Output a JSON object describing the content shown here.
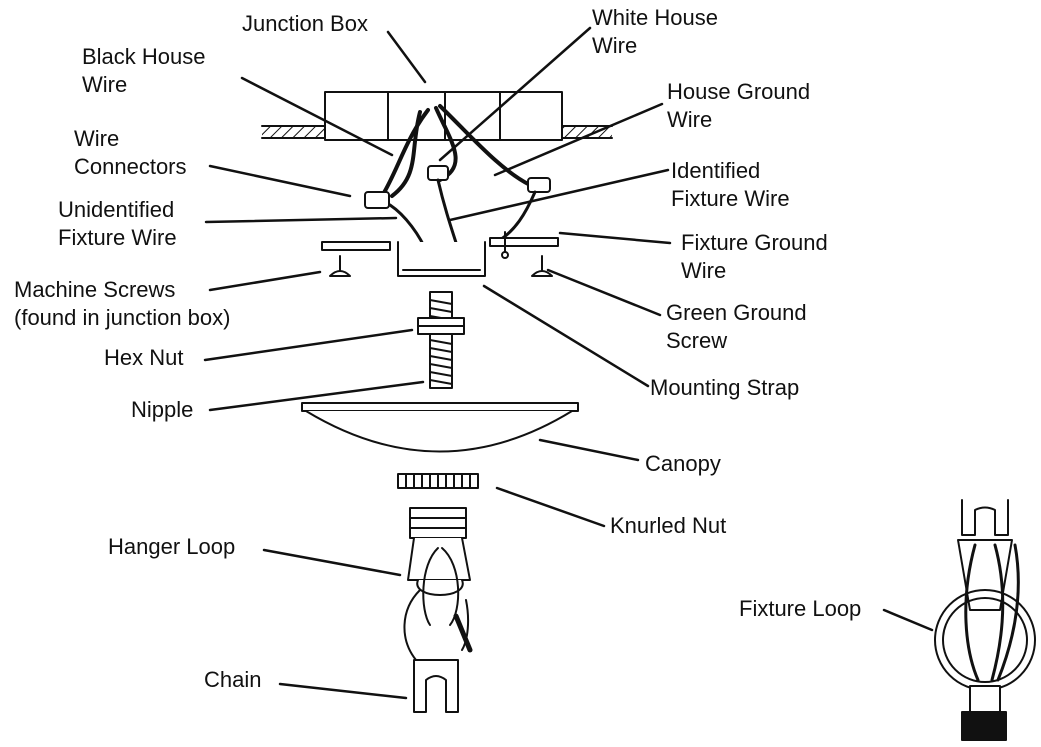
{
  "labels": {
    "junction_box": [
      "Junction Box"
    ],
    "white_house_wire": [
      "White House",
      "Wire"
    ],
    "black_house_wire": [
      "Black House",
      "Wire"
    ],
    "house_ground_wire": [
      "House Ground",
      "Wire"
    ],
    "wire_connectors": [
      "Wire",
      "Connectors"
    ],
    "identified_fixture_wire": [
      "Identified",
      "Fixture Wire"
    ],
    "unidentified_fixture_wire": [
      "Unidentified",
      "Fixture Wire"
    ],
    "fixture_ground_wire": [
      "Fixture Ground",
      "Wire"
    ],
    "machine_screws": [
      "Machine Screws",
      "(found in junction box)"
    ],
    "green_ground_screw": [
      "Green Ground",
      "Screw"
    ],
    "hex_nut": [
      "Hex Nut"
    ],
    "mounting_strap": [
      "Mounting Strap"
    ],
    "nipple": [
      "Nipple"
    ],
    "canopy": [
      "Canopy"
    ],
    "knurled_nut": [
      "Knurled Nut"
    ],
    "hanger_loop": [
      "Hanger Loop"
    ],
    "chain": [
      "Chain"
    ],
    "fixture_loop": [
      "Fixture Loop"
    ]
  },
  "colors": {
    "ink": "#111111",
    "paper": "#ffffff"
  }
}
